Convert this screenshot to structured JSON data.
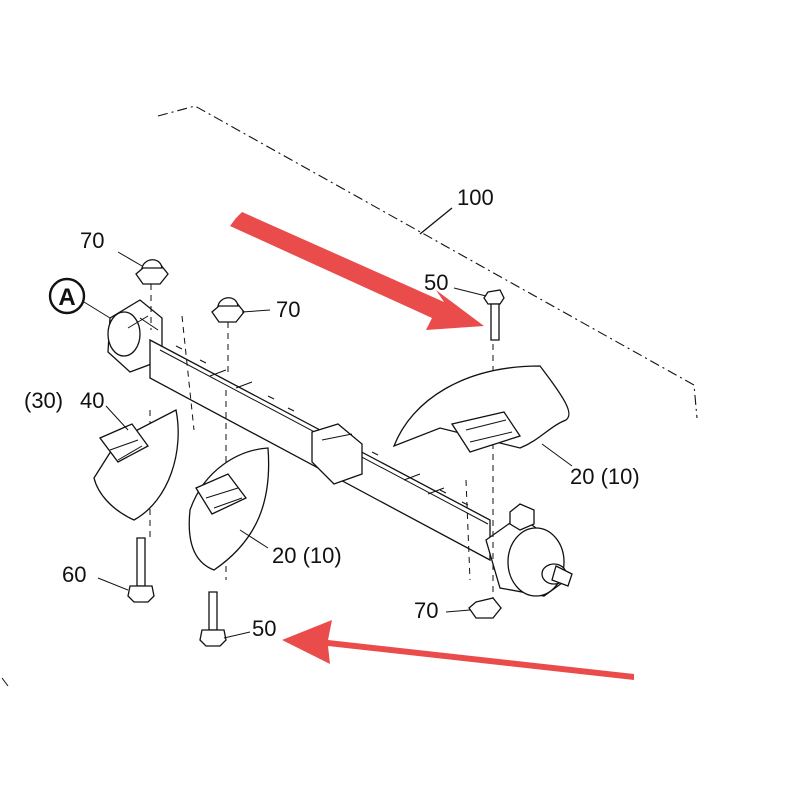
{
  "diagram": {
    "callouts": {
      "assembly": "100",
      "bolt_top": "50",
      "bolt_bottom": "50",
      "nut_top_left": "70",
      "nut_mid": "70",
      "nut_bottom_right": "70",
      "view_marker": "A",
      "blade_ref": "(30)",
      "blade_part": "40",
      "blade_center": "20 (10)",
      "blade_right": "20 (10)",
      "bolt_left": "60"
    },
    "colors": {
      "line": "#111111",
      "arrow": "#ea4b4b",
      "background": "#ffffff"
    },
    "icons": [
      "hex-nut-icon",
      "hex-bolt-icon",
      "view-marker-icon",
      "red-pointer-arrow-icon"
    ]
  }
}
